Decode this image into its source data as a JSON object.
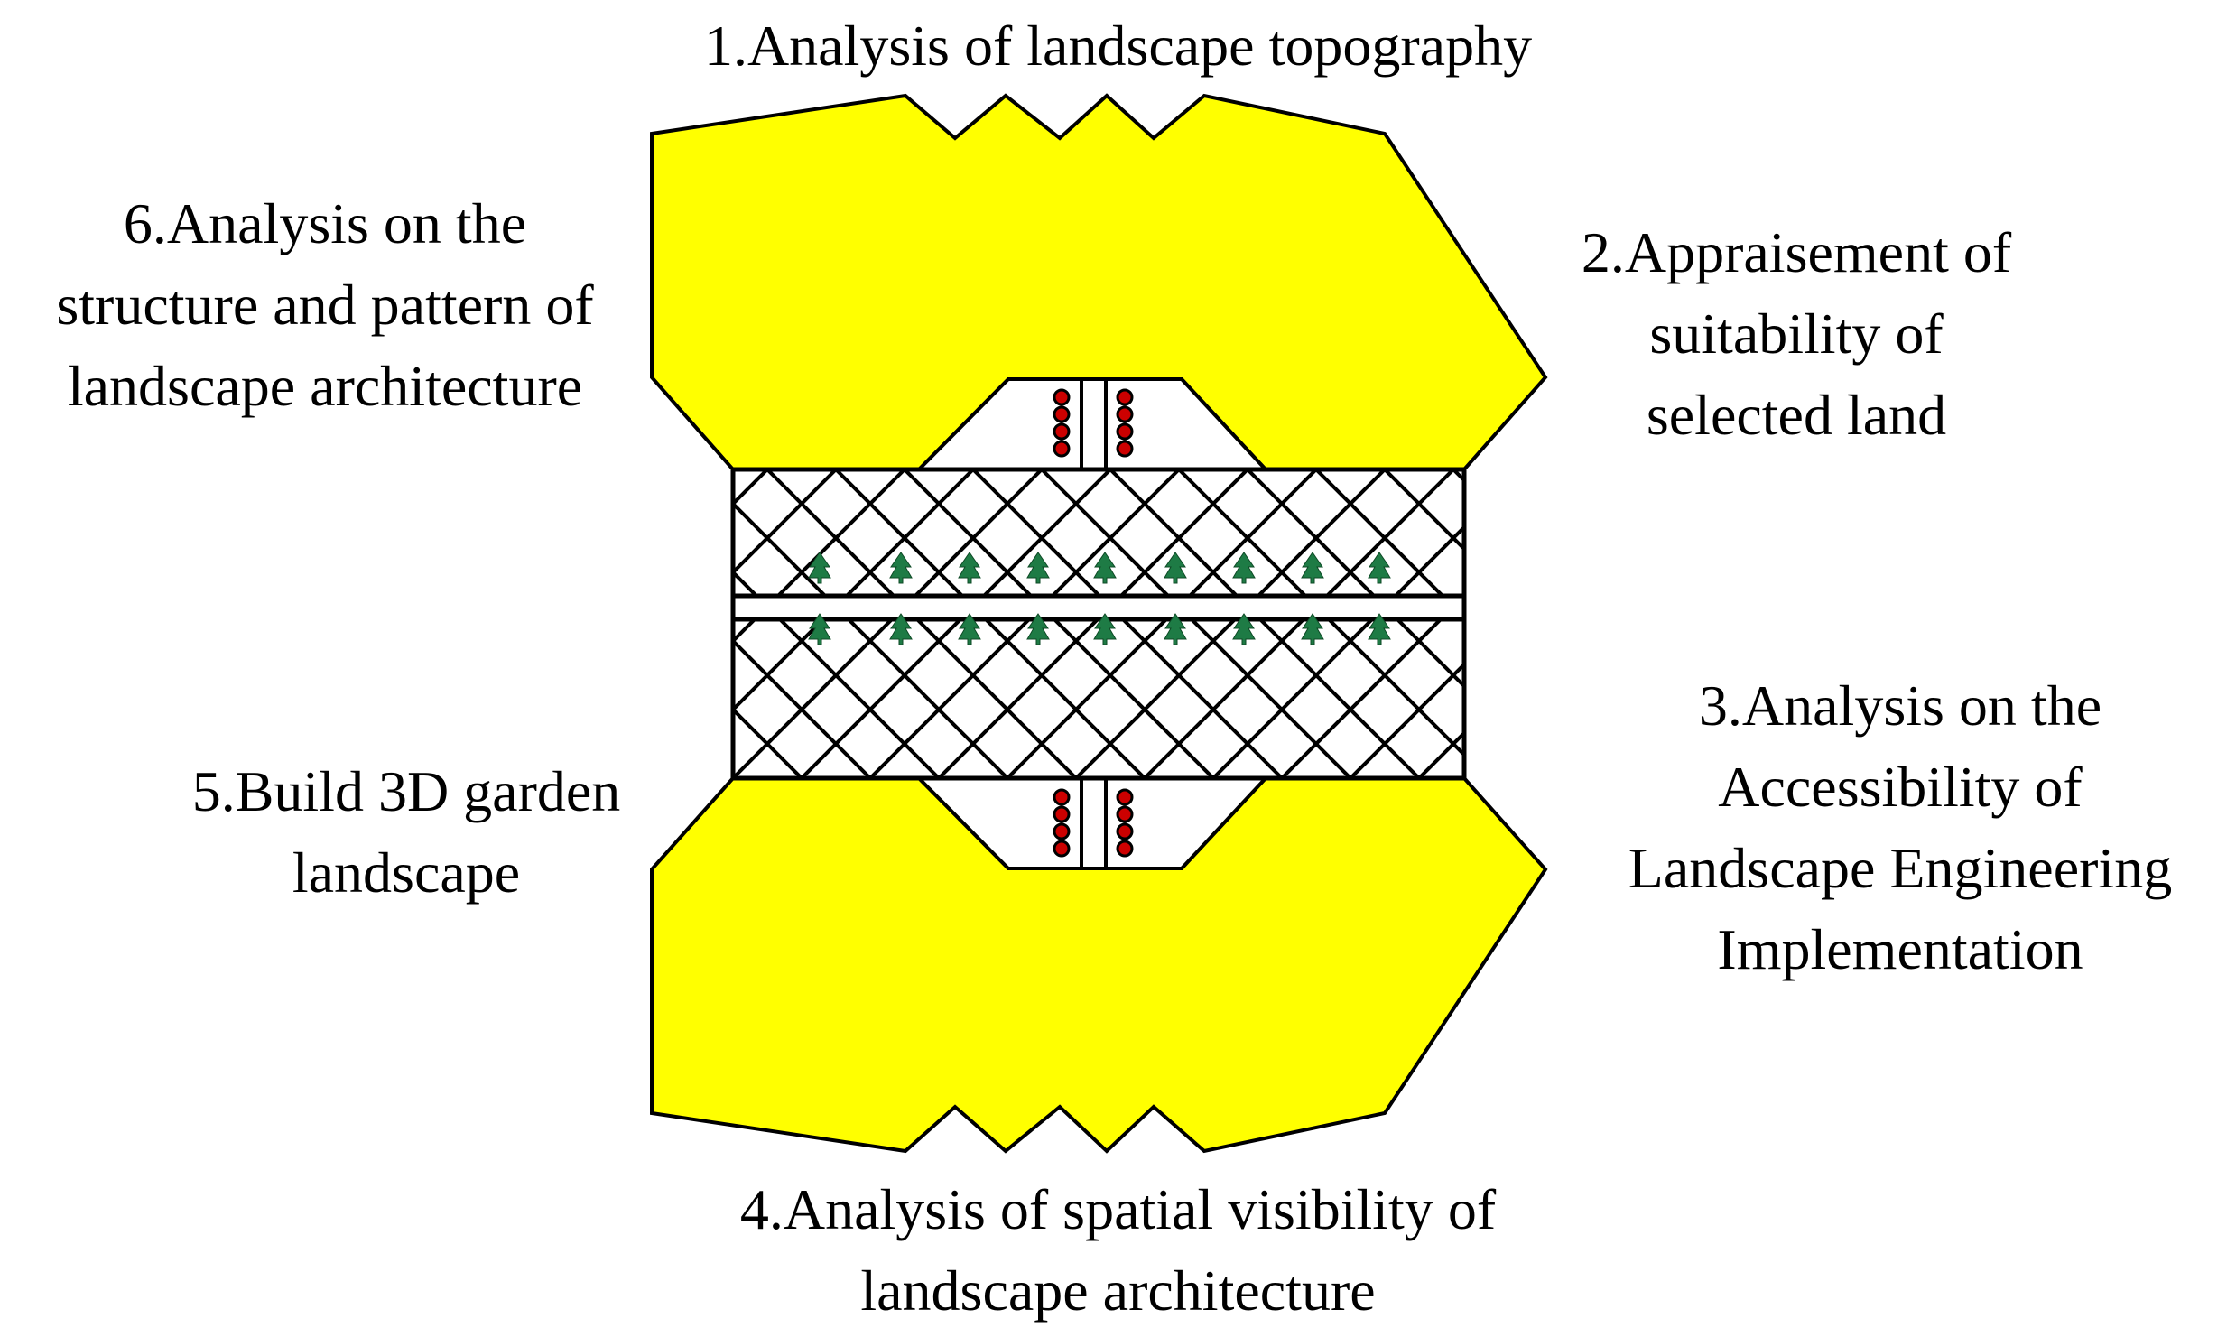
{
  "labels": {
    "step1": [
      "1.Analysis of landscape topography"
    ],
    "step2": [
      "2.Appraisement of",
      "suitability of",
      "selected land"
    ],
    "step3": [
      "3.Analysis on the",
      "Accessibility of",
      "Landscape Engineering",
      "Implementation"
    ],
    "step4": [
      "4.Analysis of spatial visibility of",
      "landscape architecture"
    ],
    "step5": [
      "5.Build 3D garden",
      "landscape"
    ],
    "step6": [
      "6.Analysis on the",
      "structure and pattern of",
      "landscape architecture"
    ]
  },
  "colors": {
    "shape_fill": "#FFFF00",
    "outline": "#000000",
    "mesh": "#000000",
    "tree": "#1E7B45",
    "bolt": "#CC0000"
  },
  "icons": {
    "tree": "tree-icon",
    "bolt": "bolt-icon"
  }
}
